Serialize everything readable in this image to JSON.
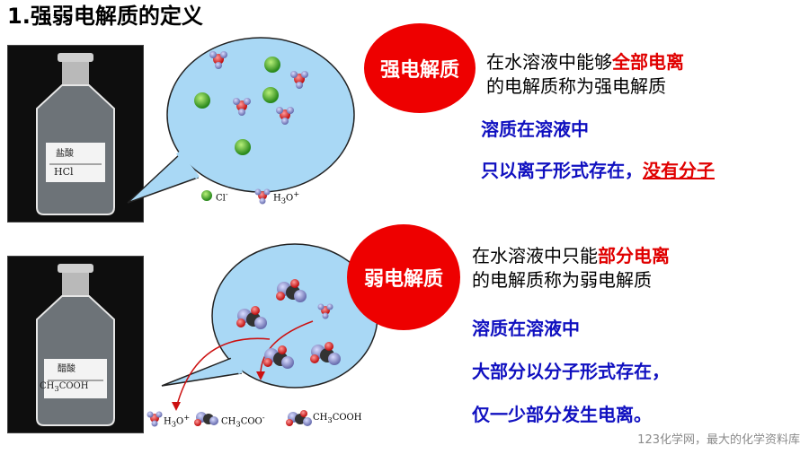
{
  "page_title": "1.强弱电解质的定义",
  "strong": {
    "badge": "强电解质",
    "def_line1_pre": "在水溶液中能够",
    "def_line1_red": "全部电离",
    "def_line2": "的电解质称为强电解质",
    "desc1": "溶质在溶液中",
    "desc2_pre": "只以离子形式存在，",
    "desc2_red": "没有分子",
    "bottle_label": "盐酸",
    "bottle_formula": "HCl",
    "legend_ion1": "Cl",
    "legend_ion1_sup": "-",
    "legend_ion2": "H",
    "legend_ion2_sub": "3",
    "legend_ion2_o": "O",
    "legend_ion2_sup": "+"
  },
  "weak": {
    "badge": "弱电解质",
    "def_line1_pre": "在水溶液中只能",
    "def_line1_red": "部分电离",
    "def_line2": "的电解质称为弱电解质",
    "desc1": "溶质在溶液中",
    "desc2": "大部分以分子形式存在，",
    "desc3": "仅一少部分发生电离。",
    "bottle_label": "醋酸",
    "bottle_formula_pre": "CH",
    "bottle_formula_sub": "3",
    "bottle_formula_post": "COOH",
    "legend_a": "H",
    "legend_a_sub": "3",
    "legend_a_o": "O",
    "legend_a_sup": "+",
    "legend_b": "CH",
    "legend_b_sub": "3",
    "legend_b_post": "COO",
    "legend_b_sup": "-",
    "legend_c": "CH",
    "legend_c_sub": "3",
    "legend_c_post": "COOH"
  },
  "footer": "123化学网，最大的化学资料库",
  "colors": {
    "accent_red": "#ee0000",
    "text_blue": "#1010c0",
    "bubble": "#a9d8f5"
  }
}
